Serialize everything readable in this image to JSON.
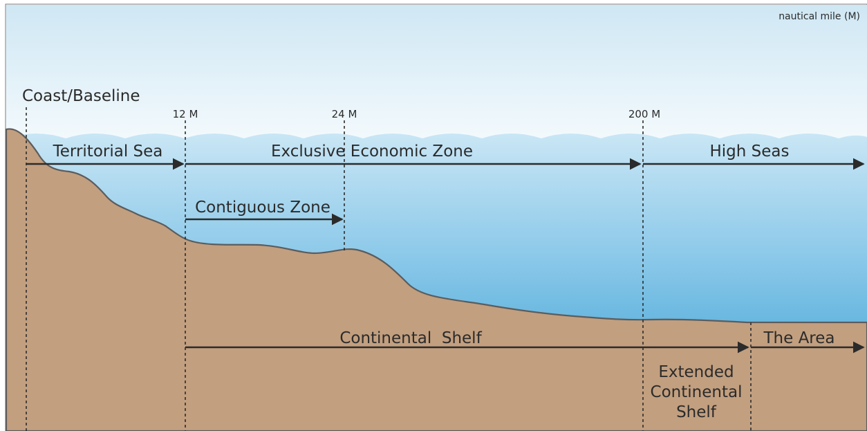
{
  "unit_label": "nautical mile (M)",
  "baseline_label": "Coast/Baseline",
  "markers": {
    "m12": "12 M",
    "m24": "24 M",
    "m200": "200 M"
  },
  "zones": {
    "territorial_sea": "Territorial Sea",
    "eez": "Exclusive Economic Zone",
    "high_seas": "High Seas",
    "contiguous_zone": "Contiguous Zone",
    "continental_shelf": "Continental  Shelf",
    "the_area": "The Area",
    "extended_shelf": [
      "Extended",
      "Continental",
      "Shelf"
    ]
  },
  "colors": {
    "sky_top": "#d6ebf6",
    "sky_bottom": "#f3f9fc",
    "sea_top": "#bfe0f2",
    "sea_bottom": "#3aa2d3",
    "land": "#c29f7f",
    "seabed_line": "#5a5a5a"
  }
}
